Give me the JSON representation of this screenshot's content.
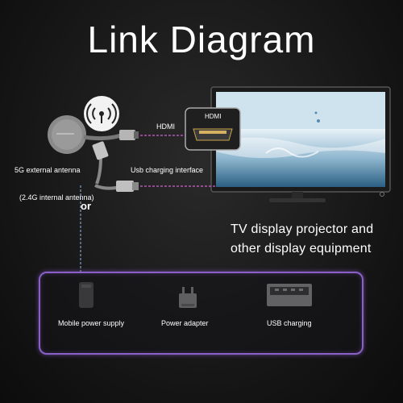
{
  "title": "Link Diagram",
  "labels": {
    "hdmi": "HDMI",
    "hdmi_port": "HDMI",
    "antenna_5g": "5G external antenna",
    "usb_interface": "Usb charging interface",
    "antenna_24g": "(2.4G internal antenna)",
    "or": "or",
    "tv_line1": "TV display projector and",
    "tv_line2": "other display equipment"
  },
  "power_options": [
    {
      "label": "Mobile power supply",
      "icon": "power-bank-icon"
    },
    {
      "label": "Power adapter",
      "icon": "plug-icon"
    },
    {
      "label": "USB charging",
      "icon": "usb-port-icon"
    }
  ],
  "colors": {
    "accent_purple": "#8a5fc8",
    "cable_dash": "#7aa0c8",
    "pink_dash": "#d060d0"
  }
}
